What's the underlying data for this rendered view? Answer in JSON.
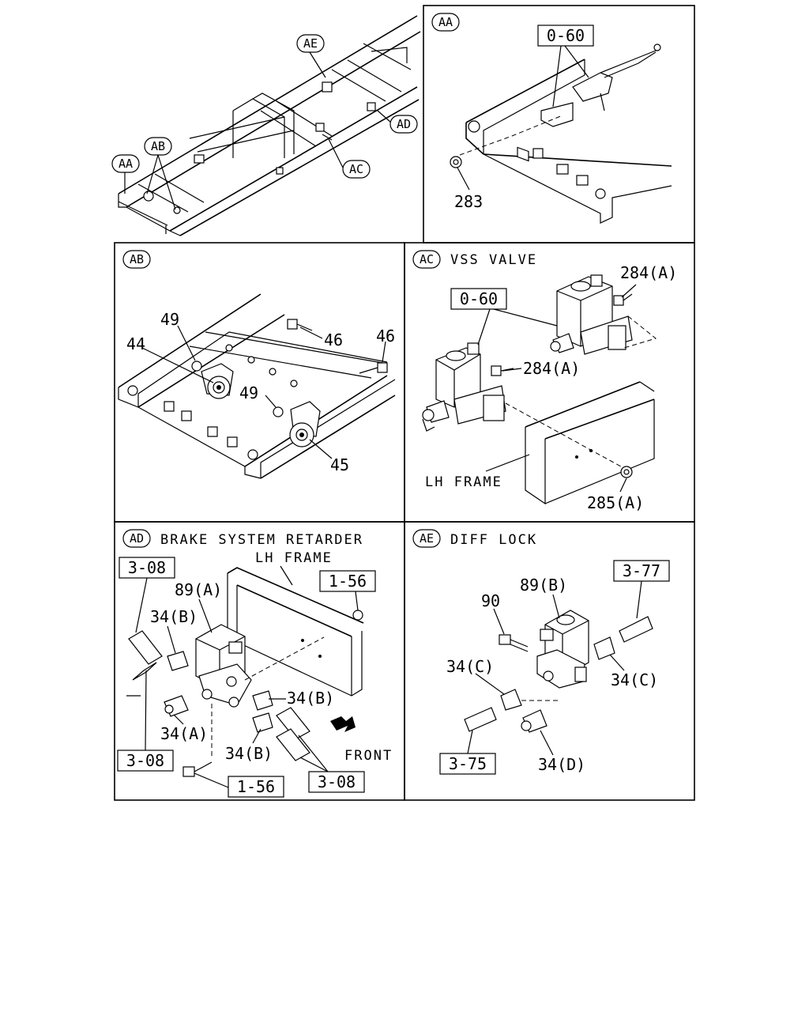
{
  "overview": {
    "callouts": [
      "AE",
      "AD",
      "AB",
      "AA",
      "AC"
    ]
  },
  "panel_aa": {
    "tag": "AA",
    "ref_box": "0-60",
    "parts": [
      "283"
    ]
  },
  "panel_ab": {
    "tag": "AB",
    "parts": [
      "49",
      "44",
      "46",
      "46",
      "49",
      "45"
    ]
  },
  "panel_ac": {
    "tag": "AC",
    "title": "VSS VALVE",
    "ref_box": "0-60",
    "parts": [
      "284(A)",
      "284(A)",
      "285(A)"
    ],
    "frame_label": "LH FRAME"
  },
  "panel_ad": {
    "tag": "AD",
    "title": "BRAKE SYSTEM RETARDER",
    "frame_label": "LH FRAME",
    "ref_boxes": [
      "3-08",
      "1-56",
      "3-08",
      "1-56",
      "3-08"
    ],
    "parts": [
      "89(A)",
      "34(B)",
      "34(B)",
      "34(A)",
      "34(B)"
    ],
    "front_label": "FRONT"
  },
  "panel_ae": {
    "tag": "AE",
    "title": "DIFF LOCK",
    "ref_boxes": [
      "3-77",
      "3-75"
    ],
    "parts": [
      "89(B)",
      "90",
      "34(C)",
      "34(C)",
      "34(D)"
    ]
  }
}
